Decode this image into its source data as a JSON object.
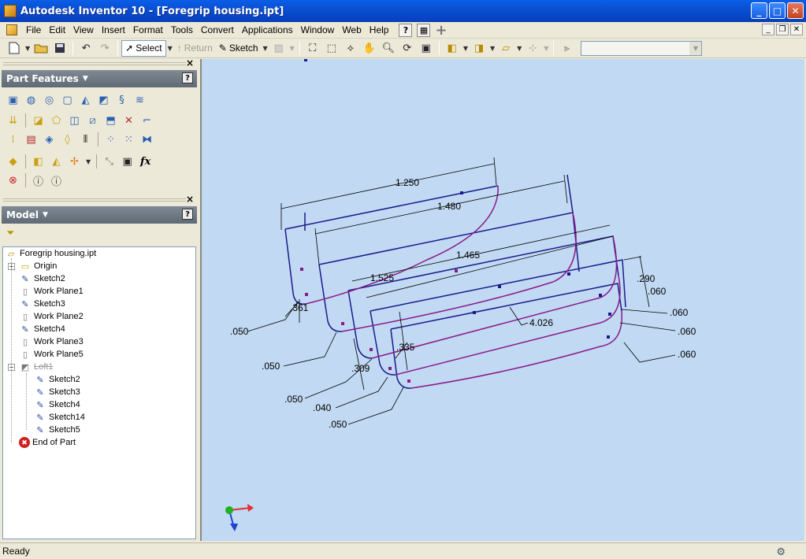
{
  "window": {
    "title": "Autodesk Inventor 10 - [Foregrip housing.ipt]",
    "controls": {
      "minimize": "_",
      "maximize": "□",
      "close": "✕"
    }
  },
  "menu": {
    "items": [
      "File",
      "Edit",
      "View",
      "Insert",
      "Format",
      "Tools",
      "Convert",
      "Applications",
      "Window",
      "Web",
      "Help"
    ],
    "mdi_controls": {
      "minimize": "_",
      "restore": "❐",
      "close": "✕"
    }
  },
  "toolbar": {
    "select_label": "Select",
    "return_label": "Return",
    "sketch_label": "Sketch",
    "combo_value": ""
  },
  "part_features": {
    "title": "Part Features",
    "fx_label": "fx"
  },
  "model": {
    "title": "Model",
    "tree": [
      {
        "label": "Foregrip housing.ipt",
        "icon": "part-icon",
        "level": 0
      },
      {
        "label": "Origin",
        "icon": "folder-icon",
        "level": 1,
        "expandable": true
      },
      {
        "label": "Sketch2",
        "icon": "sketch-icon",
        "level": 1
      },
      {
        "label": "Work Plane1",
        "icon": "workplane-icon",
        "level": 1
      },
      {
        "label": "Sketch3",
        "icon": "sketch-icon",
        "level": 1
      },
      {
        "label": "Work Plane2",
        "icon": "workplane-icon",
        "level": 1
      },
      {
        "label": "Sketch4",
        "icon": "sketch-icon",
        "level": 1
      },
      {
        "label": "Work Plane3",
        "icon": "workplane-icon",
        "level": 1
      },
      {
        "label": "Work Plane5",
        "icon": "workplane-icon",
        "level": 1
      },
      {
        "label": "Loft1",
        "icon": "loft-icon",
        "level": 1,
        "expandable": true,
        "suppressed": true
      },
      {
        "label": "Sketch2",
        "icon": "sketch-icon",
        "level": 2
      },
      {
        "label": "Sketch3",
        "icon": "sketch-icon",
        "level": 2
      },
      {
        "label": "Sketch4",
        "icon": "sketch-icon",
        "level": 2
      },
      {
        "label": "Sketch14",
        "icon": "sketch-icon",
        "level": 2
      },
      {
        "label": "Sketch5",
        "icon": "sketch-icon",
        "level": 2
      },
      {
        "label": "End of Part",
        "icon": "end-of-part-icon",
        "level": 1
      }
    ]
  },
  "canvas": {
    "dimensions": [
      "1.250",
      "1.480",
      "1.465",
      "1.525",
      "4.026",
      ".290",
      ".060",
      ".060",
      ".060",
      ".060",
      ".361",
      ".335",
      ".309",
      ".050",
      ".050",
      ".050",
      ".040",
      ".050"
    ],
    "colors": {
      "background": "#c1d9f2",
      "sketch_blue": "#1a1a8c",
      "sketch_purple": "#8a1a8a",
      "dimension": "#000000"
    }
  },
  "status": {
    "text": "Ready"
  }
}
